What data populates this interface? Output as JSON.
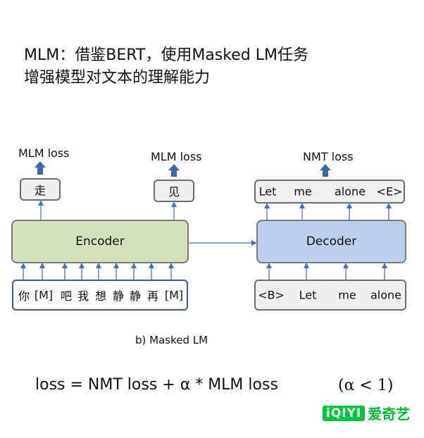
{
  "title": {
    "line1": "MLM：借鉴BERT，使用Masked LM任务",
    "line2": "增强模型对文本的理解能力"
  },
  "diagram": {
    "mlm_loss_left": "MLM loss",
    "mlm_loss_mid": "MLM loss",
    "nmt_loss": "NMT loss",
    "pred_left": "走",
    "pred_mid": "见",
    "decoder_outputs": [
      "Let",
      "me",
      "alone",
      "<E>"
    ],
    "encoder_label": "Encoder",
    "decoder_label": "Decoder",
    "encoder_inputs": [
      "你",
      "[M]",
      "吧",
      "我",
      "想",
      "静",
      "静",
      "再",
      "[M]"
    ],
    "decoder_inputs": [
      "<B>",
      "Let",
      "me",
      "alone"
    ],
    "caption": "b) Masked LM"
  },
  "formula": {
    "main": "loss = NMT loss + α * MLM loss",
    "condition": "(α < 1)"
  },
  "logo": {
    "mark": "iQIYI",
    "text": "爱奇艺"
  },
  "colors": {
    "encoder_fill": "#d4e1bf",
    "decoder_fill": "#bcd0ec",
    "encoder_input_border": "#3b5a91",
    "arrow_blue": "#4a72b0",
    "logo_green": "#00c340"
  }
}
